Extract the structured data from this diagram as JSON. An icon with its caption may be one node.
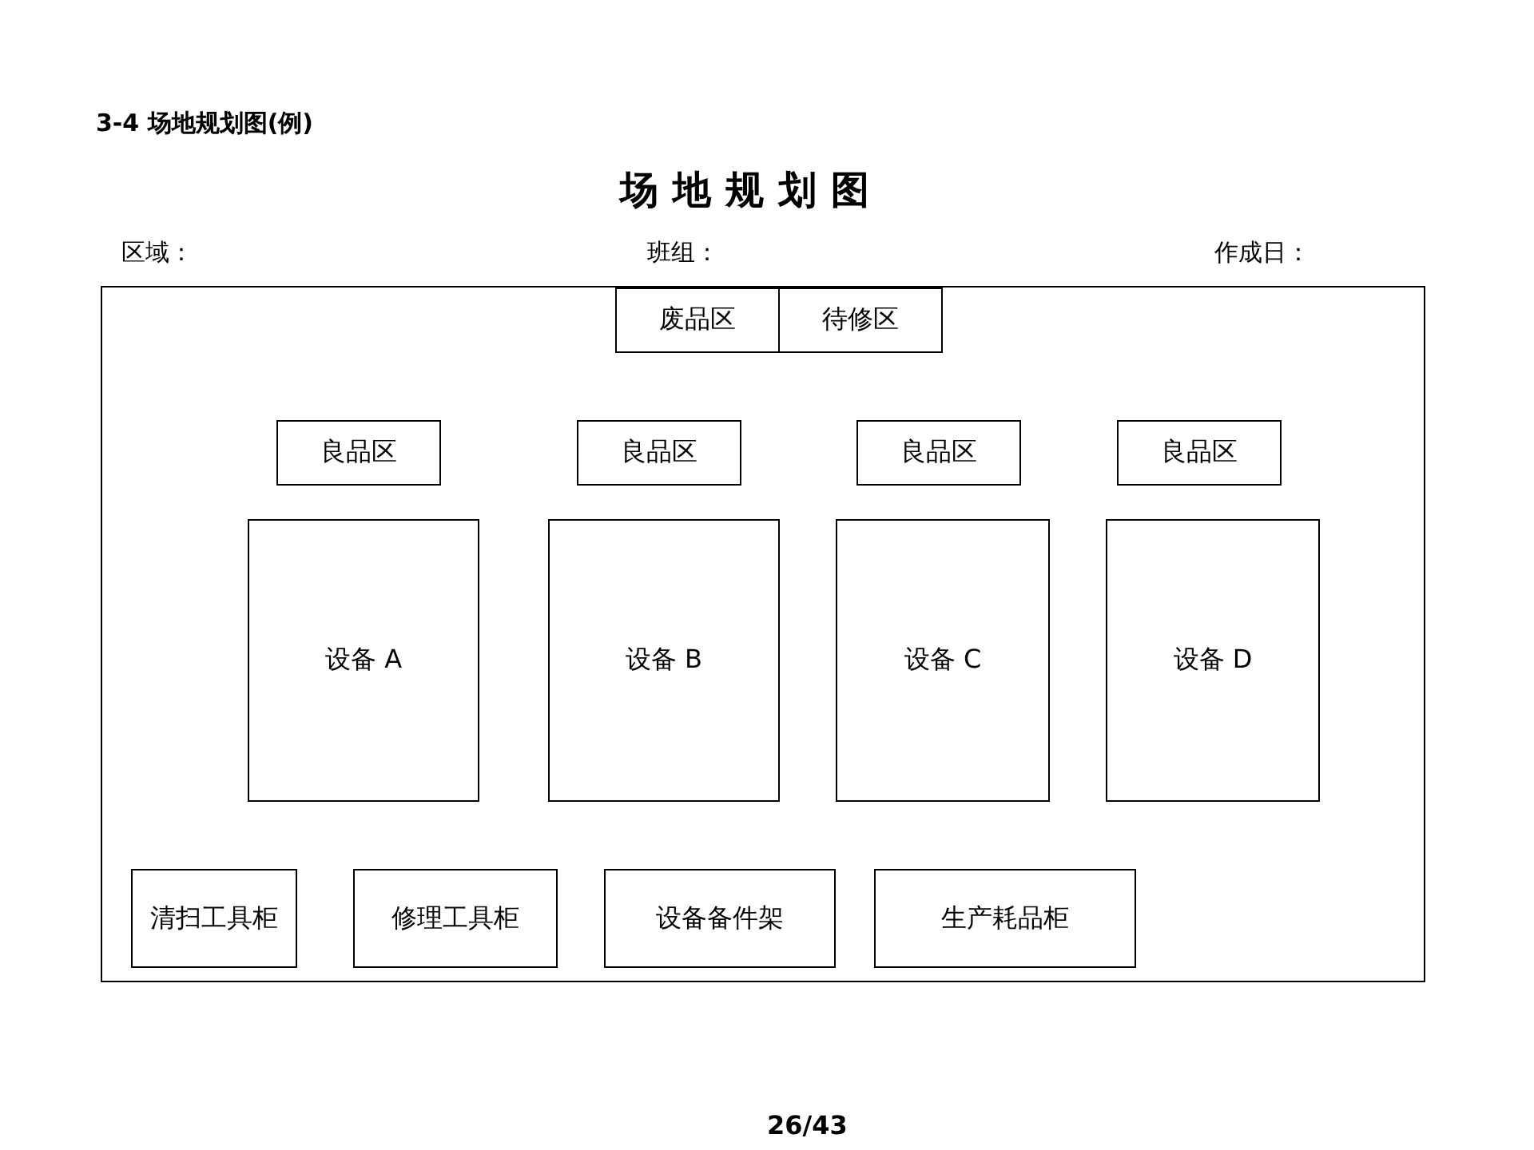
{
  "diagram": {
    "title": "场地规划图",
    "nodes": [
      {
        "text": [],
        "shape": "box"
      },
      {
        "text": [
          "废品区"
        ],
        "in": 0
      },
      {
        "text": [
          "待修区"
        ],
        "in": 0
      },
      {
        "text": [
          "良品区"
        ],
        "in": 0
      },
      {
        "text": [
          "良品区"
        ],
        "in": 0
      },
      {
        "text": [
          "良品区"
        ],
        "in": 0
      },
      {
        "text": [
          "良品区"
        ],
        "in": 0
      },
      {
        "text": [
          "设备 A"
        ],
        "in": 0
      },
      {
        "text": [
          "设备 B"
        ],
        "in": 0
      },
      {
        "text": [
          "设备 C"
        ],
        "in": 0
      },
      {
        "text": [
          "设备 D"
        ],
        "in": 0
      },
      {
        "text": [
          "清扫工具柜"
        ],
        "in": 0
      },
      {
        "text": [
          "修理工具柜"
        ],
        "in": 0
      },
      {
        "text": [
          "设备备件架"
        ],
        "in": 0
      },
      {
        "text": [
          "生产耗品柜"
        ],
        "in": 0
      }
    ],
    "edges": [],
    "labels": [
      "3-4 场地规划图(例)",
      "区域：",
      "班组：",
      "作成日：",
      "26/43"
    ]
  }
}
